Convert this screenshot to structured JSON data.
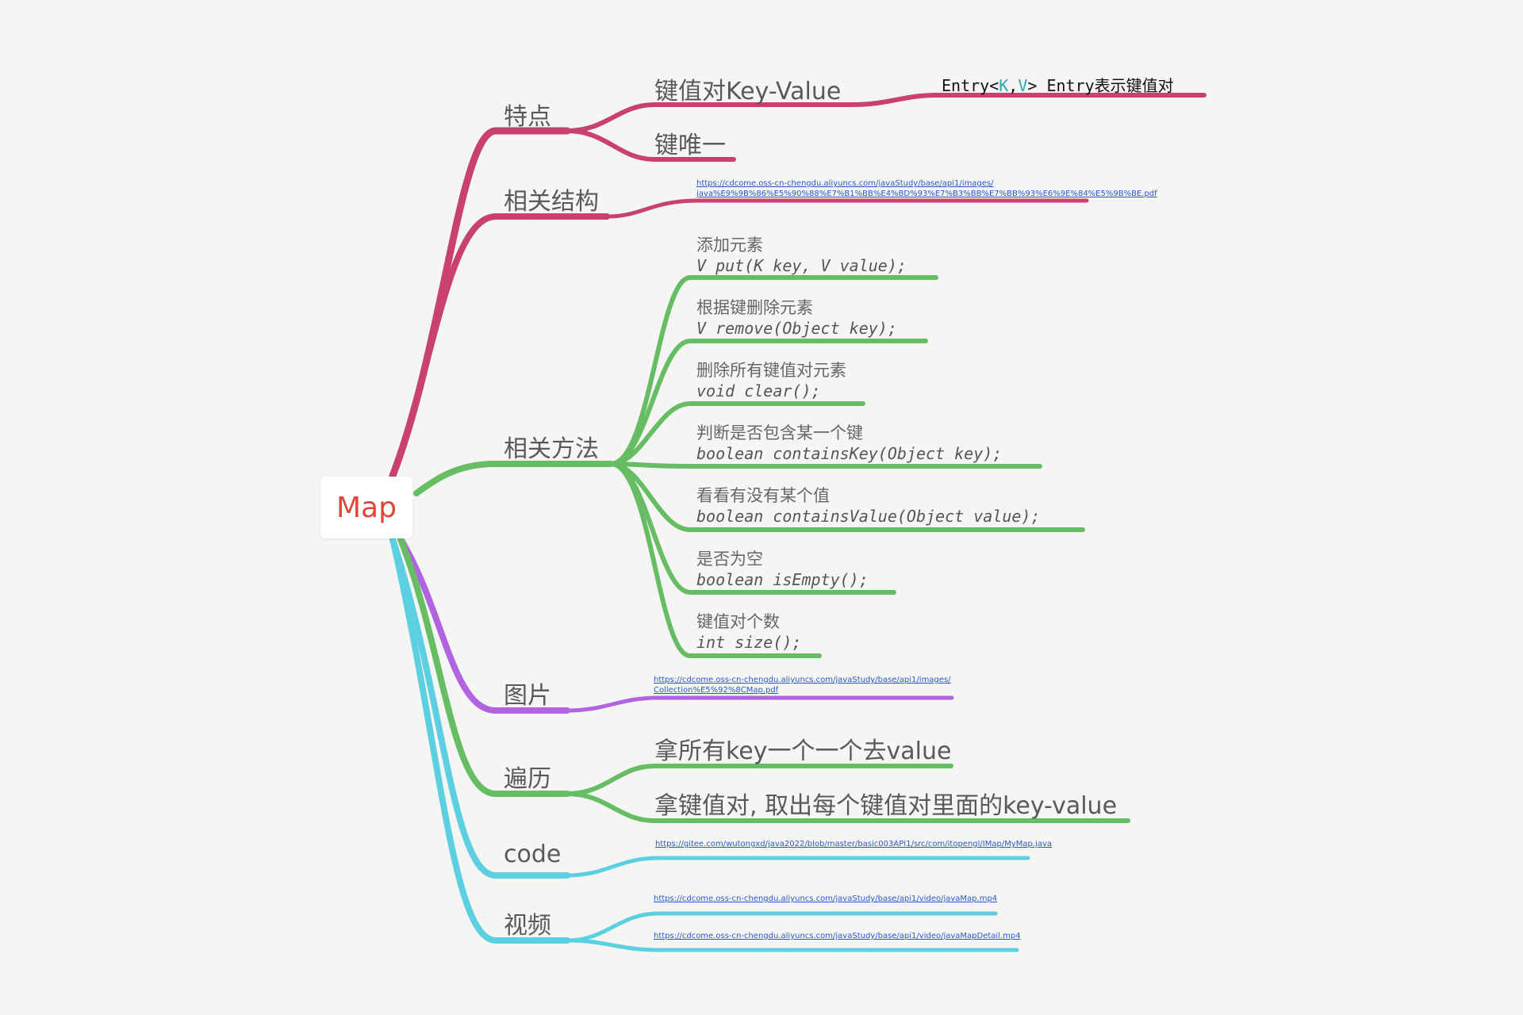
{
  "root": "Map",
  "colors": {
    "feature": "#c9416e",
    "methods": "#66bd63",
    "image": "#b163e0",
    "traverse": "#66bd63",
    "code": "#5ccfe0",
    "background": "#f5f6f3",
    "root_text": "#e0463a"
  },
  "features": {
    "label": "特点",
    "kv": "键值对Key-Value",
    "entry_note_prefix": "Entry<",
    "entry_k": "K",
    "entry_comma": ",",
    "entry_v": "V",
    "entry_note_suffix": "> Entry表示键值对",
    "unique": "键唯一"
  },
  "structure": {
    "label": "相关结构",
    "link_line1": "https://cdcome.oss-cn-chengdu.aliyuncs.com/javaStudy/base/api1/images/",
    "link_line2": "java%E9%9B%86%E5%90%88%E7%B1%BB%E4%BD%93%E7%B3%BB%E7%BB%93%E6%9E%84%E5%9B%BE.pdf"
  },
  "methods": {
    "label": "相关方法",
    "items": [
      {
        "desc": "添加元素",
        "sig": "V put(K key, V value);"
      },
      {
        "desc": "根据键删除元素",
        "sig": "V remove(Object key);"
      },
      {
        "desc": "删除所有键值对元素",
        "sig": "void clear();"
      },
      {
        "desc": "判断是否包含某一个键",
        "sig": "boolean containsKey(Object key);"
      },
      {
        "desc": "看看有没有某个值",
        "sig": "boolean containsValue(Object value);"
      },
      {
        "desc": "是否为空",
        "sig": "boolean isEmpty();"
      },
      {
        "desc": "键值对个数",
        "sig": "int size();"
      }
    ]
  },
  "image": {
    "label": "图片",
    "link_line1": "https://cdcome.oss-cn-chengdu.aliyuncs.com/javaStudy/base/api1/images/",
    "link_line2": "Collection%E5%92%8CMap.pdf"
  },
  "traverse": {
    "label": "遍历",
    "item1": "拿所有key一个一个去value",
    "item2": "拿键值对, 取出每个键值对里面的key-value"
  },
  "code": {
    "label": "code",
    "link": "https://gitee.com/wutongxd/java2022/blob/master/basic003API1/src/com/itopengl/IMap/MyMap.java"
  },
  "video": {
    "label": "视频",
    "link1": "https://cdcome.oss-cn-chengdu.aliyuncs.com/javaStudy/base/api1/video/javaMap.mp4",
    "link2": "https://cdcome.oss-cn-chengdu.aliyuncs.com/javaStudy/base/api1/video/javaMapDetail.mp4"
  }
}
